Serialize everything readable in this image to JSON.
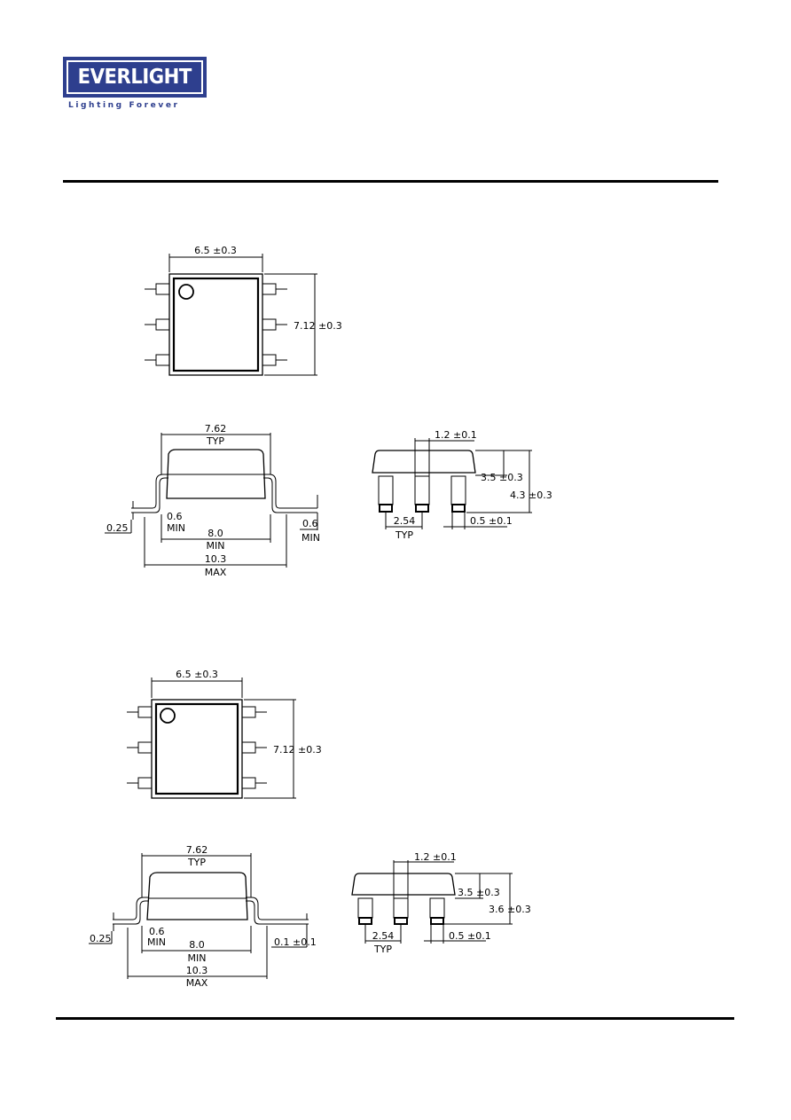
{
  "header": {
    "brand": "EVERLIGHT",
    "tagline": "Lighting  Forever",
    "brand_color": "#2e3f8e"
  },
  "drawing1": {
    "top_width": "6.5 ±0.3",
    "top_height": "7.12 ±0.3",
    "side_pitch": "7.62",
    "side_pitch_note": "TYP",
    "lead_thick": "0.25",
    "standoff_left": "0.6",
    "standoff_left_note": "MIN",
    "body_span": "8.0",
    "body_span_note": "MIN",
    "overall": "10.3",
    "overall_note": "MAX",
    "standoff_right": "0.6",
    "standoff_right_note": "MIN",
    "end_lead_width": "1.2 ±0.1",
    "end_body_height": "3.5 ±0.3",
    "end_total_height": "4.3 ±0.3",
    "end_pitch": "2.54",
    "end_pitch_note": "TYP",
    "end_pin_width": "0.5 ±0.1"
  },
  "drawing2": {
    "top_width": "6.5 ±0.3",
    "top_height": "7.12 ±0.3",
    "side_pitch": "7.62",
    "side_pitch_note": "TYP",
    "lead_thick": "0.25",
    "standoff_left": "0.6",
    "standoff_left_note": "MIN",
    "body_span": "8.0",
    "body_span_note": "MIN",
    "overall": "10.3",
    "overall_note": "MAX",
    "lead_offset": "0.1 ±0.1",
    "end_lead_width": "1.2 ±0.1",
    "end_body_height": "3.5 ±0.3",
    "end_total_height": "3.6 ±0.3",
    "end_pitch": "2.54",
    "end_pitch_note": "TYP",
    "end_pin_width": "0.5 ±0.1"
  }
}
